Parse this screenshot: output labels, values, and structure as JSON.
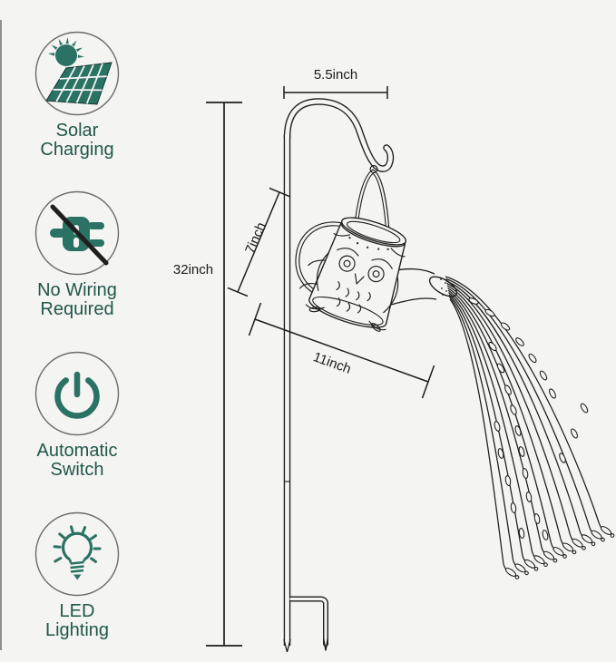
{
  "colors": {
    "background": "#f4f4f2",
    "icon_accent": "#2a7263",
    "label_text": "#21574a",
    "line_art": "#1c1c1c"
  },
  "sidebar": {
    "features": [
      {
        "icon": "solar-panel-sun-icon",
        "line1": "Solar",
        "line2": "Charging"
      },
      {
        "icon": "no-plug-icon",
        "line1": "No Wiring",
        "line2": "Required"
      },
      {
        "icon": "power-button-icon",
        "line1": "Automatic",
        "line2": "Switch"
      },
      {
        "icon": "light-bulb-icon",
        "line1": "LED",
        "line2": "Lighting"
      }
    ]
  },
  "diagram": {
    "dimensions": {
      "hook_width": "5.5inch",
      "hanger_drop": "7inch",
      "stake_height": "32inch",
      "overall_length": "11inch"
    }
  }
}
